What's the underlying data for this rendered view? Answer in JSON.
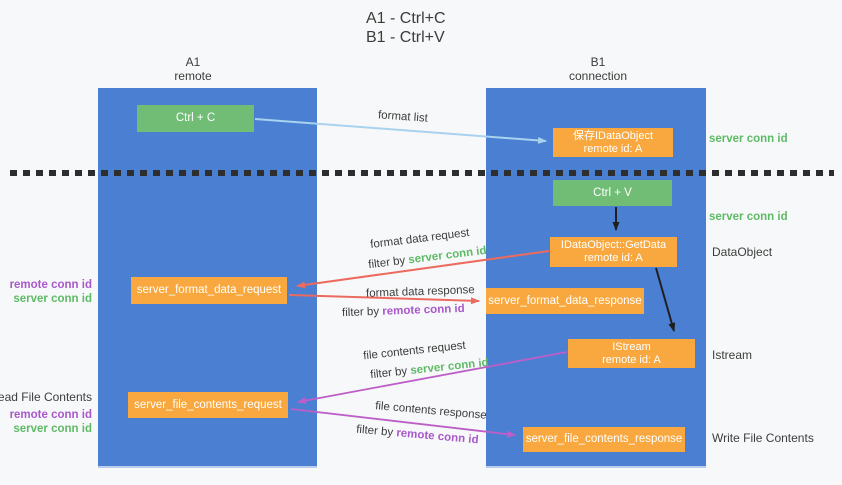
{
  "title": {
    "line1": "A1 - Ctrl+C",
    "line2": "B1 - Ctrl+V"
  },
  "lanes": {
    "left": {
      "id": "A1",
      "name": "remote"
    },
    "right": {
      "id": "B1",
      "name": "connection"
    }
  },
  "nodes": {
    "ctrl_c": {
      "label": "Ctrl + C"
    },
    "ctrl_v": {
      "label": "Ctrl + V"
    },
    "save_idataobject": {
      "line1": "保存IDataObject",
      "line2": "remote id: A"
    },
    "getdata": {
      "line1": "IDataObject::GetData",
      "line2": "remote id: A"
    },
    "istream": {
      "line1": "IStream",
      "line2": "remote id: A"
    },
    "server_format_data_request": {
      "label": "server_format_data_request"
    },
    "server_format_data_response": {
      "label": "server_format_data_response"
    },
    "server_file_contents_request": {
      "label": "server_file_contents_request"
    },
    "server_file_contents_response": {
      "label": "server_file_contents_response"
    }
  },
  "flow_labels": {
    "format_list": "format list",
    "format_data_request": "format data request",
    "format_data_response": "format data response",
    "file_contents_request": "file contents request",
    "file_contents_response": "file contents response",
    "filter_by": "filter by",
    "server_conn_id": "server conn id",
    "remote_conn_id": "remote conn id"
  },
  "side_labels": {
    "server_conn_id_top_right": "server conn id",
    "server_conn_id_mid_right": "server conn id",
    "dataobject": "DataObject",
    "istream": "Istream",
    "write_file_contents": "Write File Contents",
    "read_file_contents": "Read File Contents",
    "remote_conn_id": "remote conn id",
    "server_conn_id": "server conn id"
  },
  "colors": {
    "lane_blue": "#4a7fd2",
    "node_green": "#72bd76",
    "node_orange": "#f8a83e",
    "arrow_blue": "#a9d2ee",
    "arrow_black": "#1f1f1f",
    "arrow_red": "#ed6a5f",
    "arrow_purple": "#bd5ec9",
    "text_green": "#5fba66",
    "text_purple": "#a958cb",
    "text_dark": "#3d3d3d"
  }
}
